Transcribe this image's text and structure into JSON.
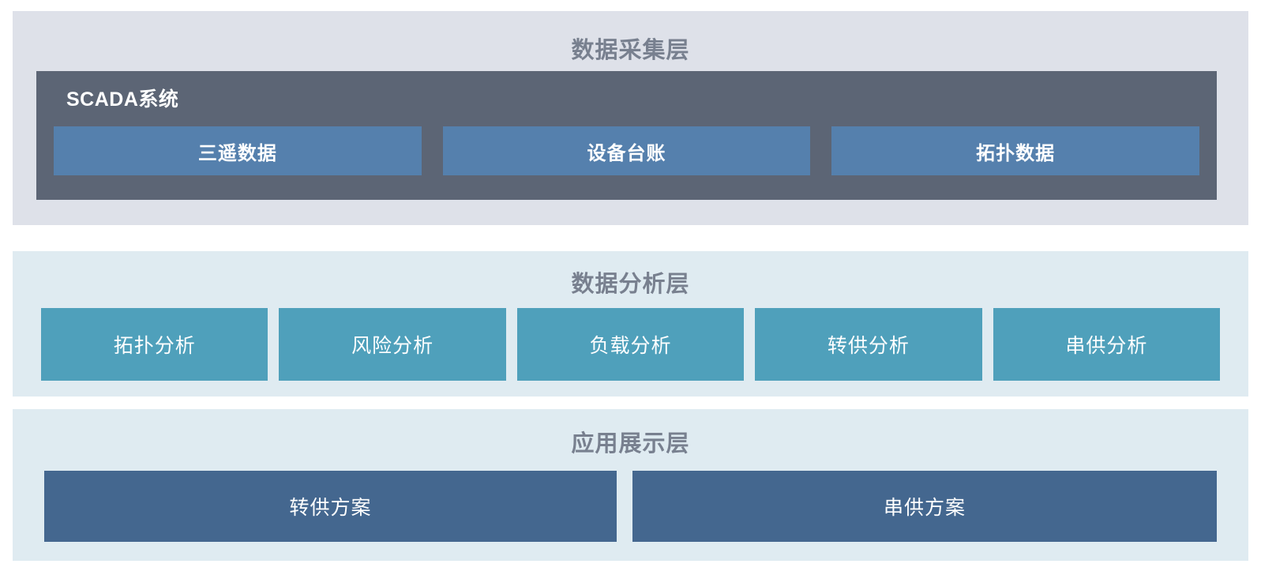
{
  "diagram": {
    "type": "layered-architecture",
    "layers": [
      {
        "id": "collection",
        "title": "数据采集层",
        "group": {
          "label": "SCADA系统",
          "items": [
            {
              "label": "三遥数据"
            },
            {
              "label": "设备台账"
            },
            {
              "label": "拓扑数据"
            }
          ]
        }
      },
      {
        "id": "analysis",
        "title": "数据分析层",
        "items": [
          {
            "label": "拓扑分析"
          },
          {
            "label": "风险分析"
          },
          {
            "label": "负载分析"
          },
          {
            "label": "转供分析"
          },
          {
            "label": "串供分析"
          }
        ]
      },
      {
        "id": "application",
        "title": "应用展示层",
        "items": [
          {
            "label": "转供方案"
          },
          {
            "label": "串供方案"
          }
        ]
      }
    ]
  },
  "colors": {
    "collection_band": "#dee1e9",
    "analysis_band": "#dfebf1",
    "application_band": "#dfebf1",
    "scada_container": "#5c6575",
    "scada_item": "#5580ad",
    "analysis_item": "#4fa0bb",
    "application_item": "#44678f",
    "title_text": "#78808f",
    "item_text": "#ffffff",
    "page_background": "#ffffff"
  }
}
